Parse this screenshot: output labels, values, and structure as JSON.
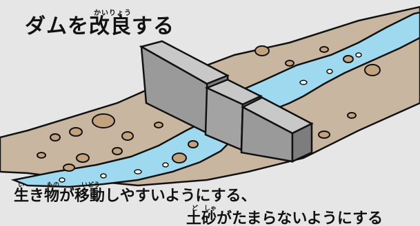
{
  "title": {
    "text": "ダムを改良する",
    "ruby": "かいりょう"
  },
  "caption": {
    "line1": "生き物が移動しやすいようにする、",
    "line2": "土砂がたまらないようにする",
    "ruby_iki": "い",
    "ruby_mono": "もの",
    "ruby_idou": "いどう",
    "ruby_dosha": "ど　しゃ"
  },
  "colors": {
    "background": "#e6e6e6",
    "river": "#9fd9ef",
    "riverbank": "#c9b6a1",
    "dam_light": "#b9b9b9",
    "dam_dark": "#7d7d7d",
    "rock": "#c2a37e"
  }
}
